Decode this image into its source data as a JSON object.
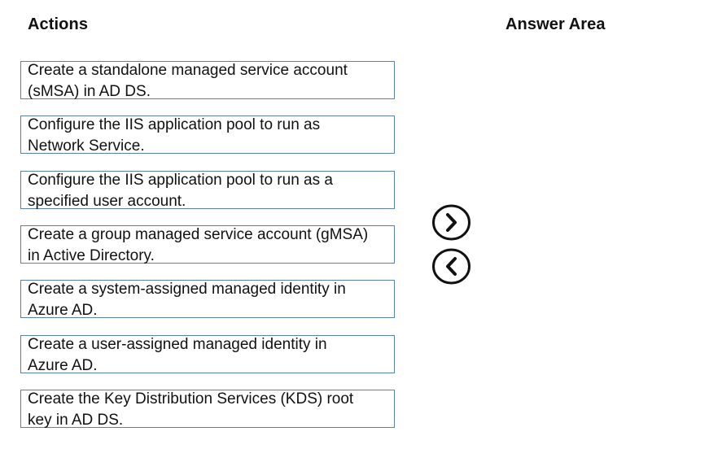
{
  "actions_heading": "Actions",
  "answer_heading": "Answer Area",
  "actions": [
    {
      "label": "Create a standalone managed service account\n(sMSA) in AD DS."
    },
    {
      "label": "Configure the IIS application pool to run as\nNetwork Service."
    },
    {
      "label": "Configure the IIS application pool to run as a\nspecified user account."
    },
    {
      "label": "Create a group managed service account (gMSA)\nin Active Directory."
    },
    {
      "label": "Create a system-assigned managed identity in\nAzure AD."
    },
    {
      "label": "Create a user-assigned managed identity in\nAzure AD."
    },
    {
      "label": "Create the Key Distribution Services (KDS) root\nkey in AD DS."
    }
  ],
  "controls": {
    "move_right_icon": "chevron-right-circle-icon",
    "move_left_icon": "chevron-left-circle-icon"
  },
  "colors": {
    "box_border": "#5b7fb3",
    "text": "#111111"
  }
}
